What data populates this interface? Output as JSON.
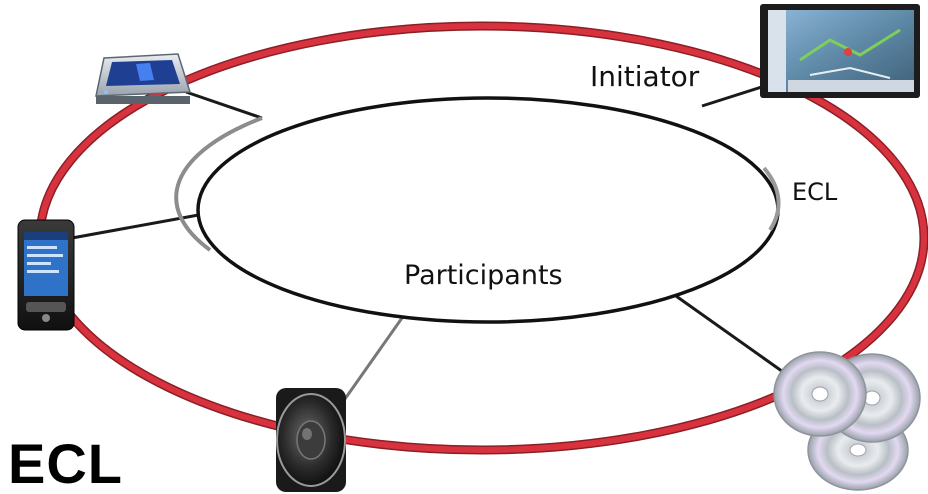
{
  "labels": {
    "initiator": "Initiator",
    "ecl": "ECL",
    "participants": "Participants"
  },
  "title": "ECL",
  "colors": {
    "outer_ring": "#d8323e",
    "outer_ring_edge": "#8a1f26",
    "inner_ring": "#111111",
    "connector": "#1a1a1a"
  },
  "devices": [
    {
      "id": "router",
      "icon": "router-icon"
    },
    {
      "id": "navigation",
      "icon": "navigation-screen-icon"
    },
    {
      "id": "pda",
      "icon": "pda-phone-icon"
    },
    {
      "id": "speaker",
      "icon": "speaker-icon"
    },
    {
      "id": "discs",
      "icon": "disc-stack-icon"
    }
  ]
}
